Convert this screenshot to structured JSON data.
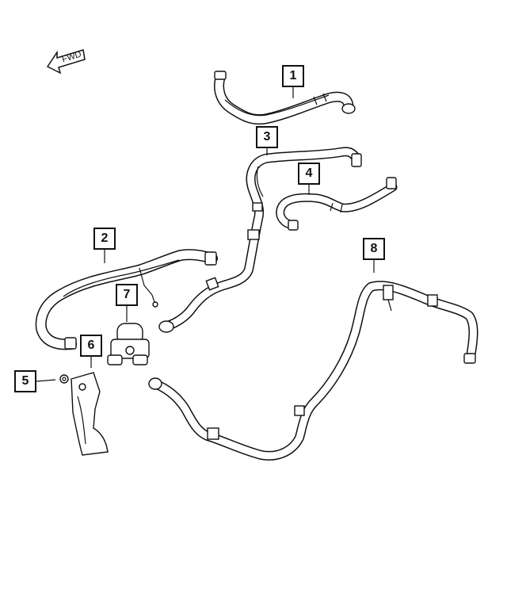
{
  "fwd_label": "FWD",
  "callouts": {
    "c1": "1",
    "c2": "2",
    "c3": "3",
    "c4": "4",
    "c5": "5",
    "c6": "6",
    "c7": "7",
    "c8": "8"
  }
}
